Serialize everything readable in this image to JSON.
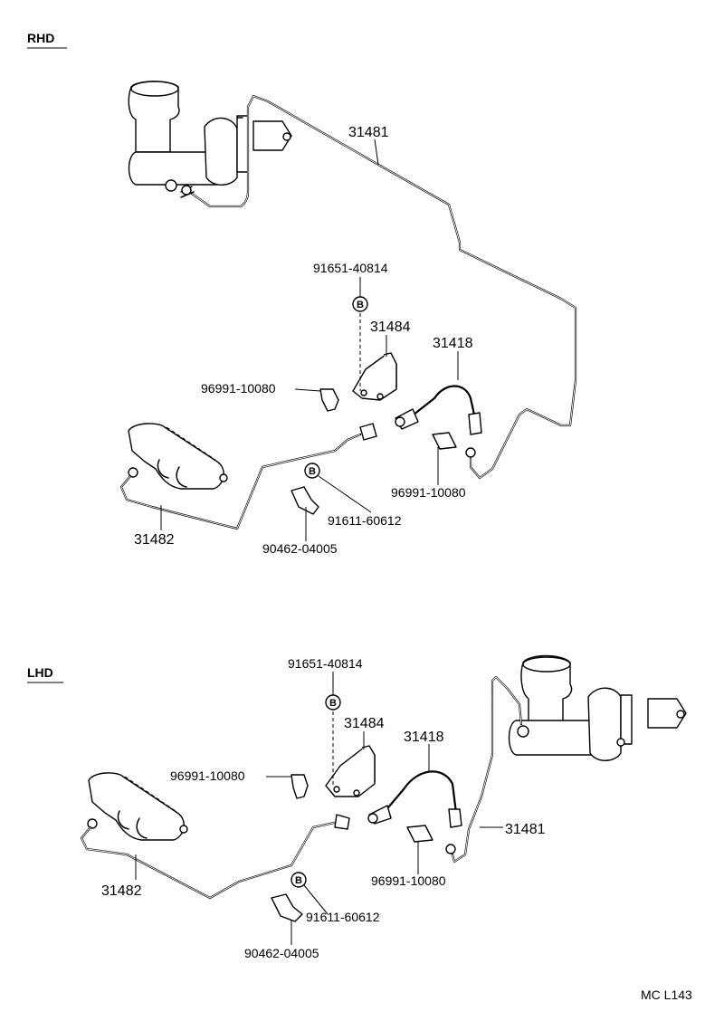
{
  "sections": {
    "rhd": {
      "title": "RHD",
      "labels": {
        "p31481": "31481",
        "p91651": "91651-40814",
        "p31484": "31484",
        "p31418": "31418",
        "p96991a": "96991-10080",
        "p96991b": "96991-10080",
        "p91611": "91611-60612",
        "p31482": "31482",
        "p90462": "90462-04005",
        "b1": "B",
        "b2": "B"
      }
    },
    "lhd": {
      "title": "LHD",
      "labels": {
        "p91651": "91651-40814",
        "p31484": "31484",
        "p31418": "31418",
        "p96991a": "96991-10080",
        "p31481": "31481",
        "p96991b": "96991-10080",
        "p31482": "31482",
        "p91611": "91611-60612",
        "p90462": "90462-04005",
        "b1": "B",
        "b2": "B"
      }
    }
  },
  "footer": {
    "code": "MC L143"
  }
}
